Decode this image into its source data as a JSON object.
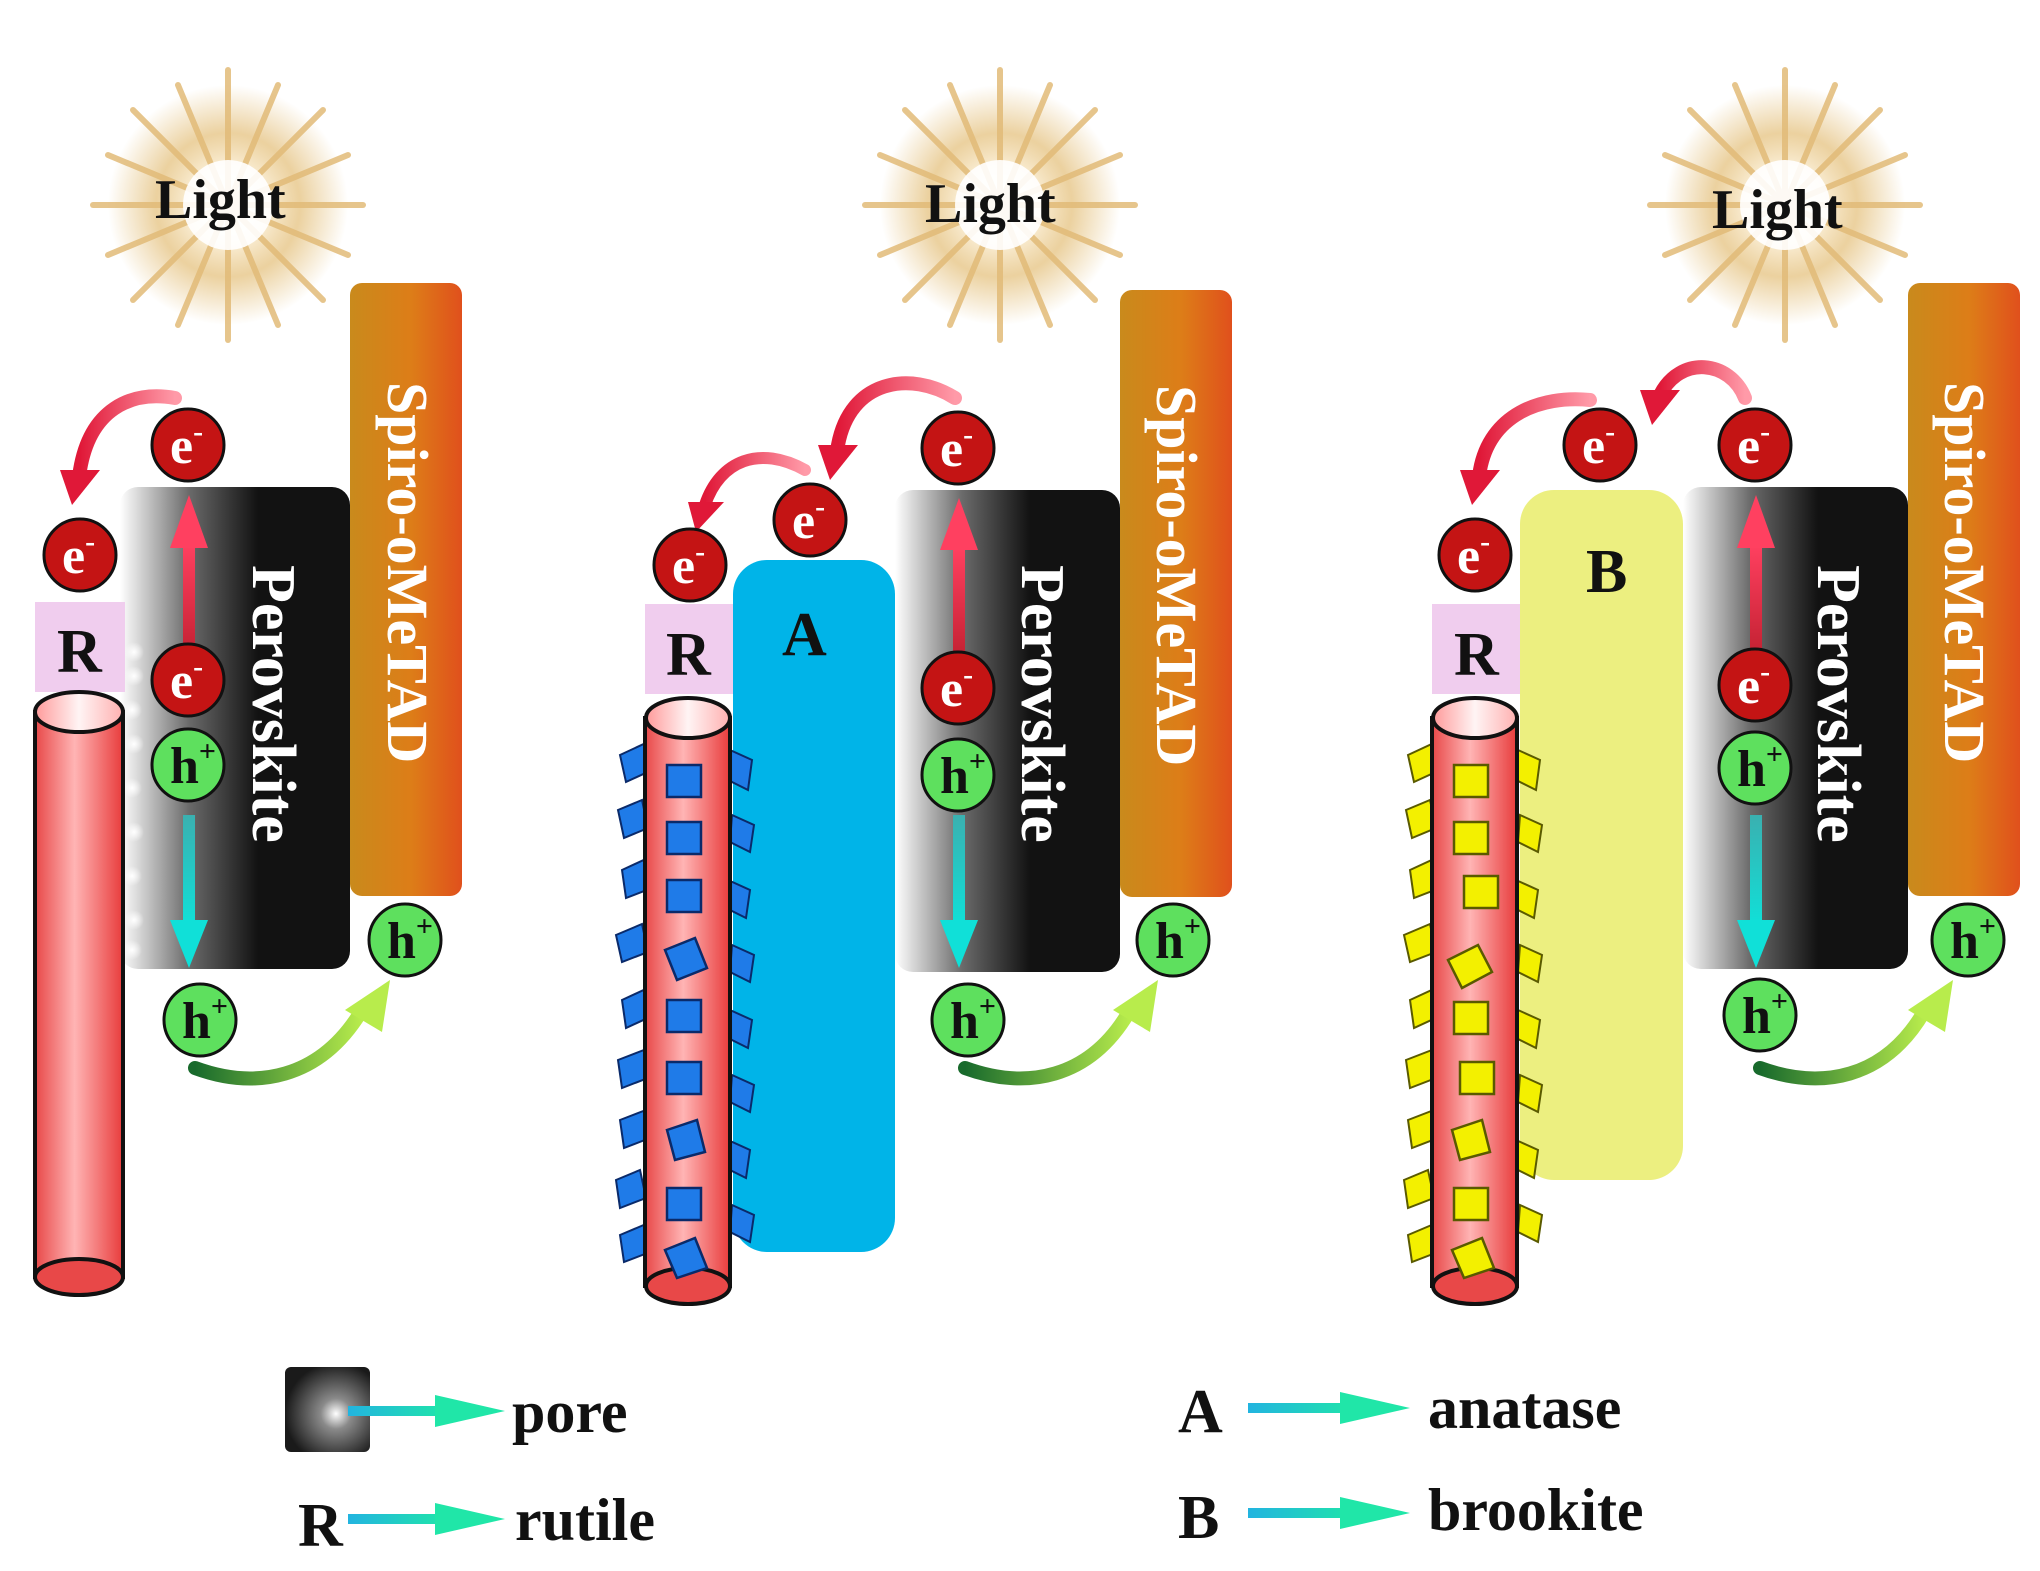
{
  "light_label": "Light",
  "spiro_label": "Spiro-oMeTAD",
  "perovskite_label": "Perovskite",
  "electron_symbol": "e",
  "electron_charge": "-",
  "hole_symbol": "h",
  "hole_charge": "+",
  "rutile_letter": "R",
  "anatase_letter": "A",
  "brookite_letter": "B",
  "legend": {
    "pore": "pore",
    "rutile_key": "R",
    "rutile": "rutile",
    "anatase_key": "A",
    "anatase": "anatase",
    "brookite_key": "B",
    "brookite": "brookite"
  },
  "colors": {
    "spiro": "#d4761c",
    "perovskite": "#151515",
    "rutile_rod": "#ef5a5a",
    "rutile_label_bg": "#f0cdee",
    "anatase": "#00b4e8",
    "anatase_crystal": "#1f7be8",
    "brookite": "#ecef80",
    "brookite_crystal": "#f3f000",
    "electron": "#c41414",
    "hole": "#5ee05e",
    "arrow_legend": "#1fd3d3"
  }
}
